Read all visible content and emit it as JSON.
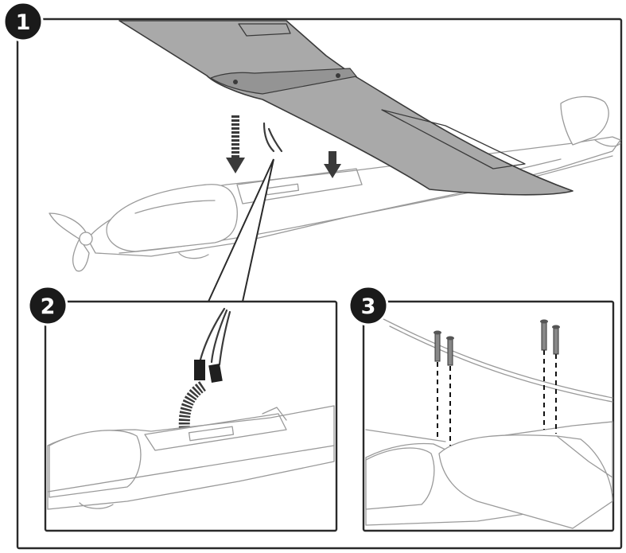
{
  "steps": [
    {
      "number": "1"
    },
    {
      "number": "2"
    },
    {
      "number": "3"
    }
  ],
  "colors": {
    "frame": "#2a2a2a",
    "wing": "#a9a9a9",
    "badge": "#1a1a1a",
    "outline": "#9a9a9a"
  },
  "icons": [
    "down-arrow-icon",
    "screw-icon",
    "connector-icon"
  ]
}
